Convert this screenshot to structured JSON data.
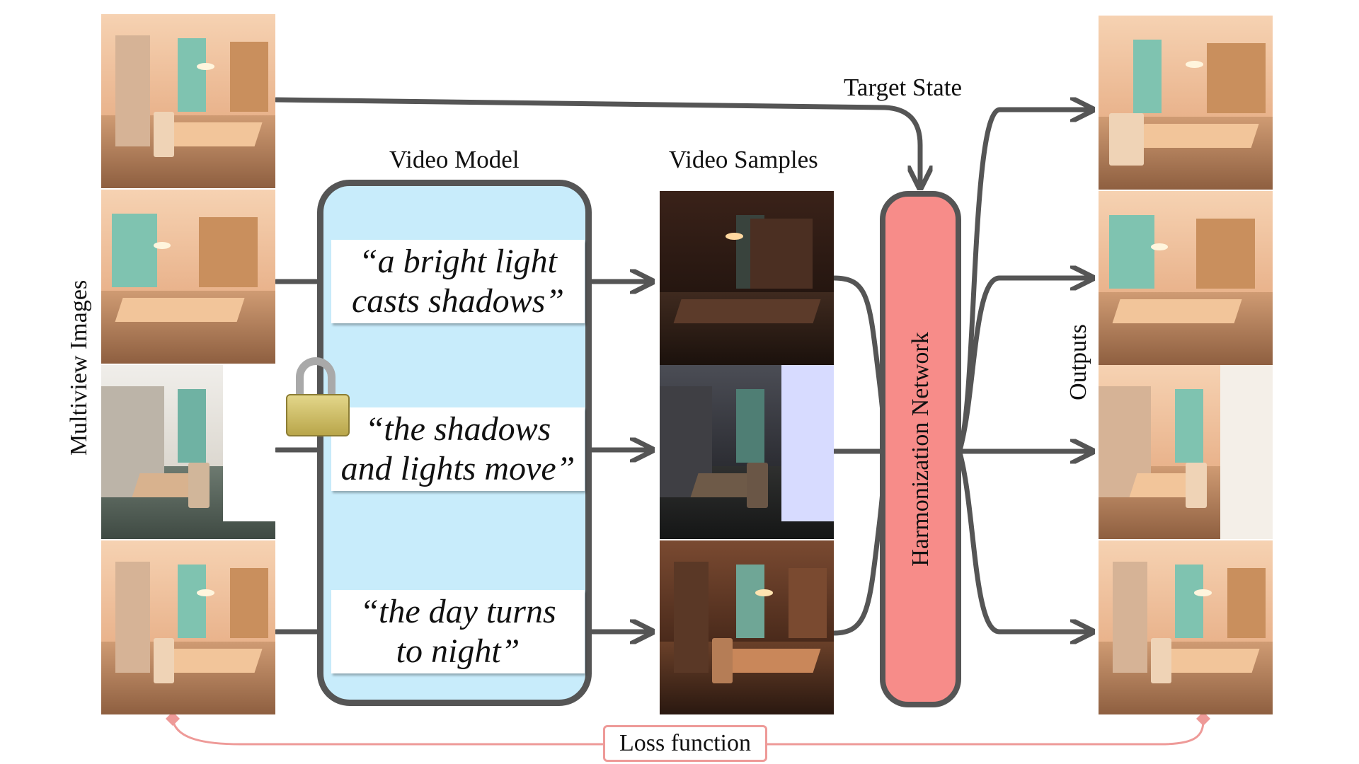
{
  "labels": {
    "multiview_images": "Multiview Images",
    "video_model": "Video Model",
    "video_samples": "Video Samples",
    "target_state": "Target State",
    "harmonization_network": "Harmonization Network",
    "outputs": "Outputs",
    "loss_function": "Loss function"
  },
  "prompts": [
    {
      "line1": "“a bright light",
      "line2": "casts shadows”"
    },
    {
      "line1": "“the shadows",
      "line2": "and lights move”"
    },
    {
      "line1": "“the day turns",
      "line2": "to night”"
    }
  ],
  "colors": {
    "video_model_fill": "#c8ecfb",
    "harmonization_fill": "#f78c89",
    "arrow_stroke": "#555555",
    "loss_stroke": "#ee9a98"
  },
  "icons": {
    "lock": "lock-icon"
  }
}
